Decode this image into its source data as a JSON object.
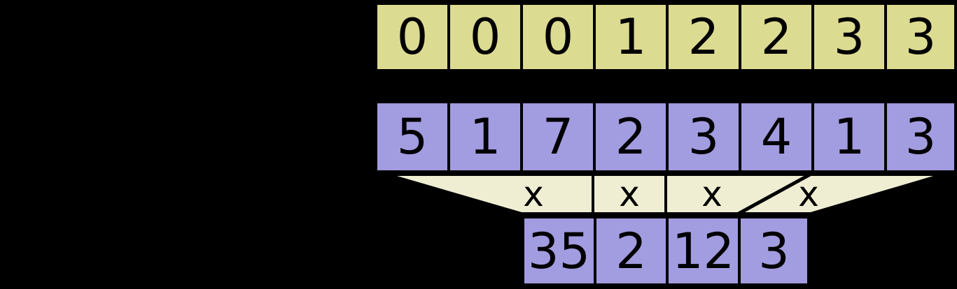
{
  "keys_row": {
    "cells": [
      "0",
      "0",
      "0",
      "1",
      "2",
      "2",
      "3",
      "3"
    ]
  },
  "values_row": {
    "cells": [
      "5",
      "1",
      "7",
      "2",
      "3",
      "4",
      "1",
      "3"
    ]
  },
  "funnel": {
    "operators": [
      "x",
      "x",
      "x",
      "x"
    ]
  },
  "results_row": {
    "cells": [
      "35",
      "2",
      "12",
      "3"
    ]
  },
  "colors": {
    "background": "#000000",
    "keys_fill": "#dcdb92",
    "values_fill": "#a29ce0",
    "funnel_fill": "#efeed3",
    "border": "#000000",
    "text": "#000000"
  }
}
